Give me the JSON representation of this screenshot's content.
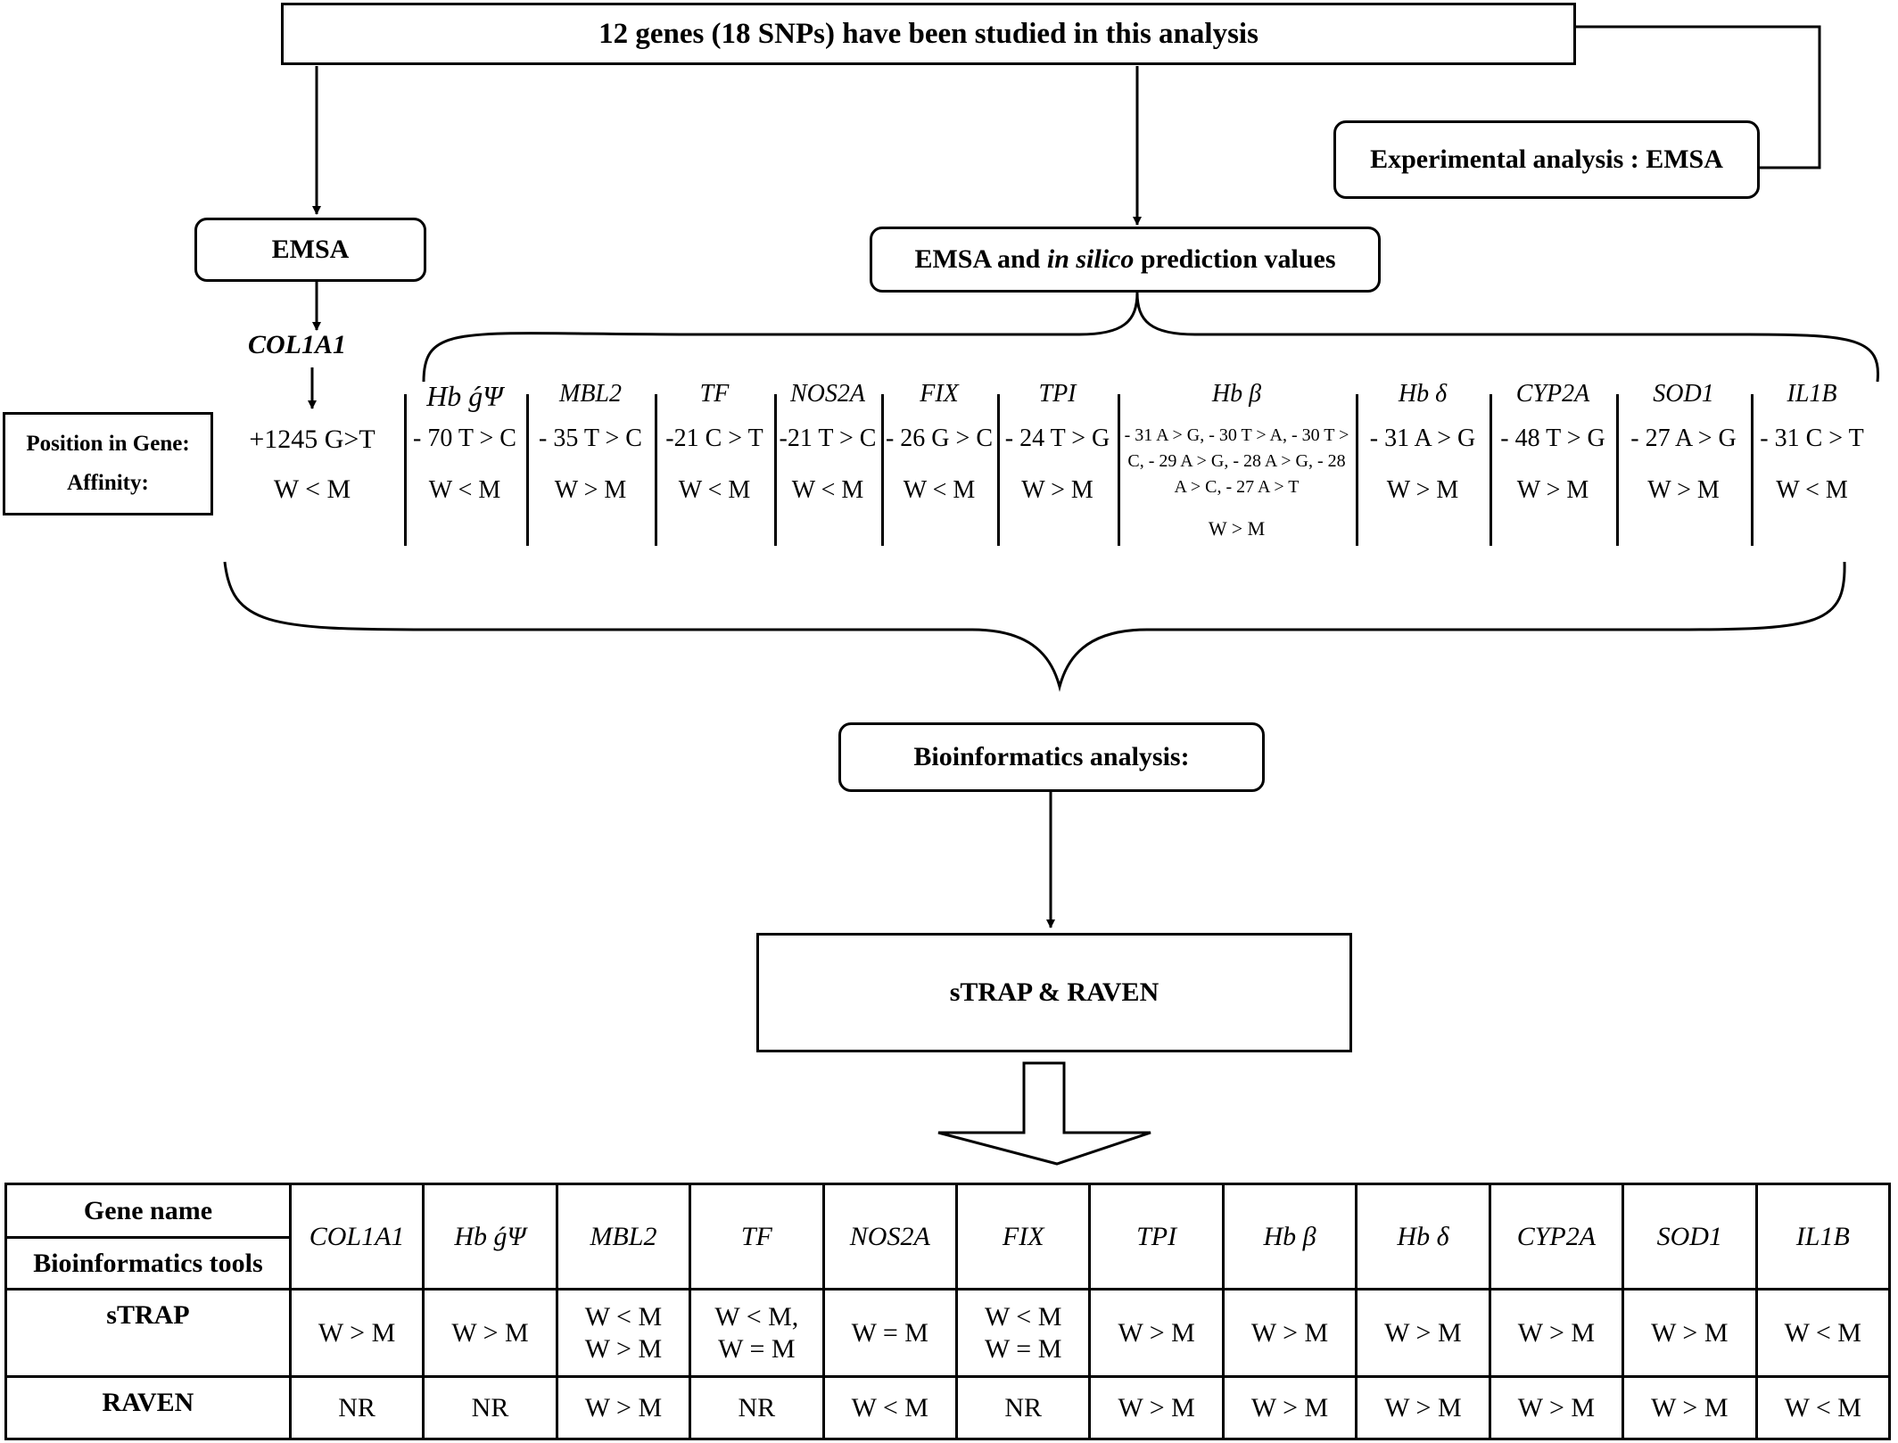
{
  "top_box": "12 genes (18 SNPs) have been studied in this analysis",
  "experimental_box": "Experimental analysis : EMSA",
  "emsa_box": "EMSA",
  "emsa_insilico_box": {
    "part1": "EMSA and ",
    "part2": "in silico",
    "part3": " prediction values"
  },
  "col1a1_label": "COL1A1",
  "position_label": "Position in Gene:",
  "affinity_label": "Affinity:",
  "col1a1_position": "+1245 G>T",
  "col1a1_affinity": "W < M",
  "genes": [
    {
      "name": "Hb ǵΨ",
      "position": "- 70 T > C",
      "affinity": "W < M"
    },
    {
      "name": "MBL2",
      "position": "- 35 T > C",
      "affinity": "W > M"
    },
    {
      "name": "TF",
      "position": "-21 C > T",
      "affinity": "W < M"
    },
    {
      "name": "NOS2A",
      "position": "-21 T > C",
      "affinity": "W < M"
    },
    {
      "name": "FIX",
      "position": "- 26 G > C",
      "affinity": "W <  M"
    },
    {
      "name": "TPI",
      "position": "- 24 T > G",
      "affinity": "W > M"
    },
    {
      "name": "Hb β",
      "position": "- 31 A > G, - 30 T > A, - 30 T > C, - 29 A > G, - 28 A > G, - 28 A > C, - 27 A > T",
      "affinity": "W > M"
    },
    {
      "name": "Hb δ",
      "position": "- 31 A > G",
      "affinity": "W > M"
    },
    {
      "name": "CYP2A",
      "position": "- 48 T > G",
      "affinity": "W > M"
    },
    {
      "name": "SOD1",
      "position": "- 27 A > G",
      "affinity": "W > M"
    },
    {
      "name": "IL1B",
      "position": "- 31 C > T",
      "affinity": "W < M"
    }
  ],
  "bioinformatics_box": "Bioinformatics analysis:",
  "strap_raven_box": "sTRAP & RAVEN",
  "summary_table": {
    "header_top": "Gene name",
    "header_bottom": "Bioinformatics tools",
    "genes": [
      "COL1A1",
      "Hb ǵΨ",
      "MBL2",
      "TF",
      "NOS2A",
      "FIX",
      "TPI",
      "Hb β",
      "Hb δ",
      "CYP2A",
      "SOD1",
      "IL1B"
    ],
    "rows": [
      {
        "tool": "sTRAP",
        "values": [
          "W > M",
          "W > M",
          "W < M\nW > M",
          "W < M,\nW = M",
          "W = M",
          "W < M\nW = M",
          "W > M",
          "W > M",
          "W > M",
          "W > M",
          "W > M",
          "W < M"
        ]
      },
      {
        "tool": "RAVEN",
        "values": [
          "NR",
          "NR",
          "W > M",
          "NR",
          "W < M",
          "NR",
          "W > M",
          "W > M",
          "W > M",
          "W > M",
          "W > M",
          "W < M"
        ]
      }
    ]
  }
}
